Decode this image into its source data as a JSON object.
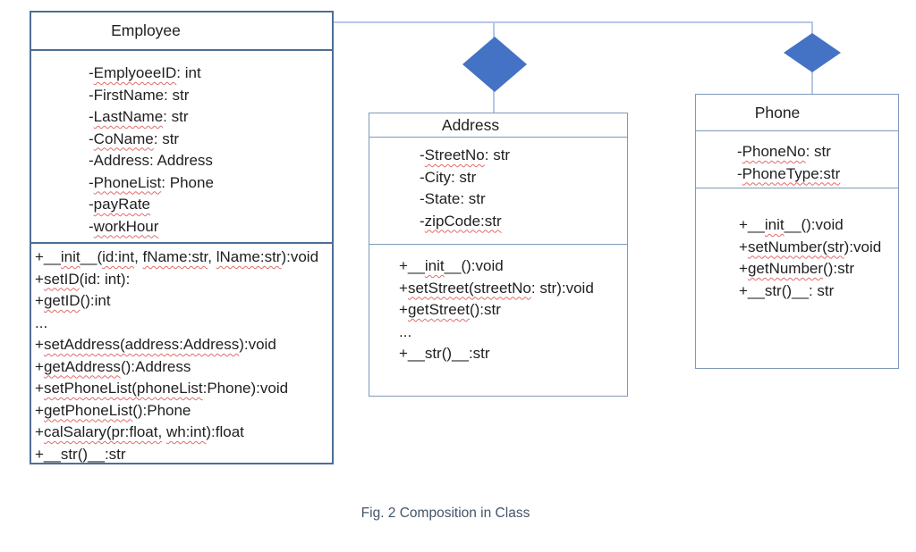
{
  "caption": "Fig. 2 Composition in Class",
  "colors": {
    "diamond_fill": "#4472c4",
    "connector_line": "#b4c7e7",
    "employee_border": "#4d6e95",
    "class_border": "#7e99ba",
    "squiggle": "#e06c6c",
    "caption_text": "#44546a",
    "text": "#1f1f1f"
  },
  "relationships": [
    {
      "type": "composition",
      "whole": "Employee",
      "part": "Address"
    },
    {
      "type": "composition",
      "whole": "Employee",
      "part": "Phone"
    }
  ],
  "classes": [
    {
      "id": "employee",
      "title": "Employee",
      "attributes": [
        [
          {
            "t": "-"
          },
          {
            "t": "EmplyoeeID",
            "w": true
          },
          {
            "t": ": int"
          }
        ],
        [
          {
            "t": "-FirstName: str"
          }
        ],
        [
          {
            "t": "-"
          },
          {
            "t": "LastName",
            "w": true
          },
          {
            "t": ": str"
          }
        ],
        [
          {
            "t": "-"
          },
          {
            "t": "CoName",
            "w": true
          },
          {
            "t": ": str"
          }
        ],
        [
          {
            "t": "-Address: Address"
          }
        ],
        [
          {
            "t": "-"
          },
          {
            "t": "PhoneList",
            "w": true
          },
          {
            "t": ": Phone"
          }
        ],
        [
          {
            "t": "-"
          },
          {
            "t": "payRate",
            "w": true
          }
        ],
        [
          {
            "t": "-"
          },
          {
            "t": "workHour",
            "w": true
          }
        ]
      ],
      "methods": [
        [
          {
            "t": "+__"
          },
          {
            "t": "init",
            "w": true
          },
          {
            "t": "__("
          },
          {
            "t": "id:int",
            "w": true
          },
          {
            "t": ", "
          },
          {
            "t": "fName:str",
            "w": true
          },
          {
            "t": ", "
          },
          {
            "t": "lName:str",
            "w": true
          },
          {
            "t": "):void"
          }
        ],
        [
          {
            "t": "+"
          },
          {
            "t": "setID",
            "w": true
          },
          {
            "t": "(id: int):"
          }
        ],
        [
          {
            "t": "+"
          },
          {
            "t": "getID",
            "w": true
          },
          {
            "t": "():int"
          }
        ],
        [
          {
            "t": "..."
          }
        ],
        [
          {
            "t": "+"
          },
          {
            "t": "setAddress(address:Address",
            "w": true
          },
          {
            "t": "):void"
          }
        ],
        [
          {
            "t": "+"
          },
          {
            "t": "getAddress",
            "w": true
          },
          {
            "t": "():Address"
          }
        ],
        [
          {
            "t": "+"
          },
          {
            "t": "setPhoneList(phoneList",
            "w": true
          },
          {
            "t": ":Phone):void"
          }
        ],
        [
          {
            "t": "+"
          },
          {
            "t": "getPhoneList",
            "w": true
          },
          {
            "t": "():Phone"
          }
        ],
        [
          {
            "t": "+"
          },
          {
            "t": "calSalary(pr:float,",
            "w": true
          },
          {
            "t": " "
          },
          {
            "t": "wh:int",
            "w": true
          },
          {
            "t": "):float"
          }
        ],
        [
          {
            "t": "+__str()__:str"
          }
        ]
      ]
    },
    {
      "id": "address",
      "title": "Address",
      "attributes": [
        [
          {
            "t": "-"
          },
          {
            "t": "StreetNo",
            "w": true
          },
          {
            "t": ": str"
          }
        ],
        [
          {
            "t": "-City: str"
          }
        ],
        [
          {
            "t": "-State: str"
          }
        ],
        [
          {
            "t": "-"
          },
          {
            "t": "zipCode:str",
            "w": true
          }
        ]
      ],
      "methods": [
        [
          {
            "t": "+__"
          },
          {
            "t": "init",
            "w": true
          },
          {
            "t": "__():void"
          }
        ],
        [
          {
            "t": "+"
          },
          {
            "t": "setStreet(streetNo",
            "w": true
          },
          {
            "t": ": str):void"
          }
        ],
        [
          {
            "t": "+"
          },
          {
            "t": "getStreet",
            "w": true
          },
          {
            "t": "():str"
          }
        ],
        [
          {
            "t": "..."
          }
        ],
        [
          {
            "t": "+__str()__:str"
          }
        ]
      ]
    },
    {
      "id": "phone",
      "title": "Phone",
      "attributes": [
        [
          {
            "t": "-"
          },
          {
            "t": "PhoneNo",
            "w": true
          },
          {
            "t": ": str"
          }
        ],
        [
          {
            "t": "-"
          },
          {
            "t": "PhoneType:str",
            "w": true
          }
        ]
      ],
      "methods": [
        [
          {
            "t": "+__"
          },
          {
            "t": "init",
            "w": true
          },
          {
            "t": "__():void"
          }
        ],
        [
          {
            "t": "+"
          },
          {
            "t": "setNumber(str",
            "w": true
          },
          {
            "t": "):void"
          }
        ],
        [
          {
            "t": "+"
          },
          {
            "t": "getNumber",
            "w": true
          },
          {
            "t": "():str"
          }
        ],
        [
          {
            "t": "+__str()__: str"
          }
        ]
      ]
    }
  ]
}
